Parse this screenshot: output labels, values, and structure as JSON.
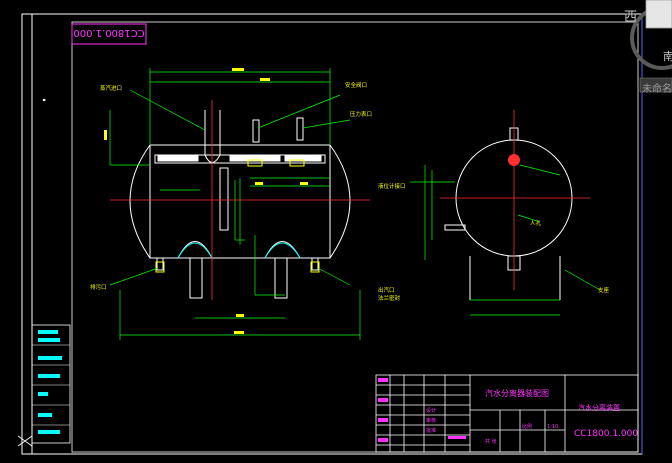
{
  "drawing": {
    "rotated_title": "CC1800.1.000",
    "table": {
      "drawing_name": "汽水分离器装配图",
      "part_label": "汽水分离装置",
      "drawing_number": "CC1800.1.000",
      "scale_label": "比例",
      "scale_value": "1:10",
      "sheet_label": "共 张",
      "designer_label": "设计",
      "checker_label": "审核",
      "approver_label": "批准"
    },
    "front_view_labels": {
      "steam_inlet": "蒸汽进口",
      "safety_valve": "安全阀口",
      "pressure_gauge": "压力表口",
      "drain": "排污口",
      "steam_outlet": "出汽口",
      "seal_flange": "法兰密封"
    },
    "side_view_labels": {
      "level_gauge": "液位计接口",
      "support": "支座",
      "manhole": "人孔"
    }
  },
  "viewcube": {
    "west": "西",
    "south": "南",
    "unnamed": "未命名"
  },
  "colors": {
    "outline": "#ffffff",
    "dimension": "#00ff00",
    "text": "#ffff00",
    "center": "#ff3030",
    "accent": "#ff33ff",
    "table_text": "#ff33ff"
  }
}
